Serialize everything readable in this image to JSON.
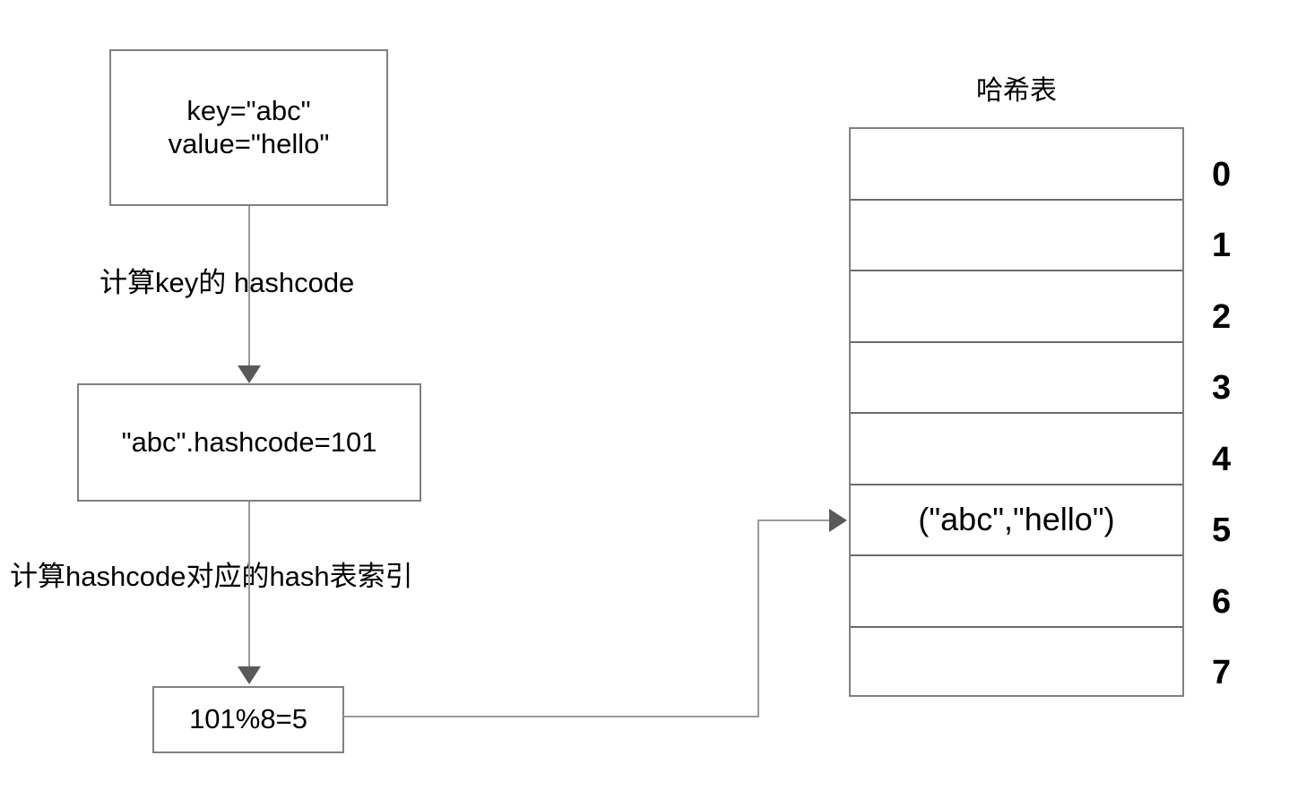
{
  "diagram": {
    "title": "哈希表",
    "nodes": {
      "input": "key=\"abc\"\nvalue=\"hello\"",
      "hashcode": "\"abc\".hashcode=101",
      "modulo": "101%8=5"
    },
    "edge_labels": {
      "compute_hashcode": "计算key的 hashcode",
      "compute_index": "计算hashcode对应的hash表索引"
    },
    "hash_table": {
      "title": "哈希表",
      "size": 8,
      "indices": [
        "0",
        "1",
        "2",
        "3",
        "4",
        "5",
        "6",
        "7"
      ],
      "cells": [
        "",
        "",
        "",
        "",
        "",
        "(\"abc\",\"hello\")",
        "",
        ""
      ]
    },
    "colors": {
      "box_border": "#808080",
      "connector": "#9a9a9a",
      "arrowhead": "#595959",
      "text": "#000000",
      "background": "#ffffff"
    }
  }
}
